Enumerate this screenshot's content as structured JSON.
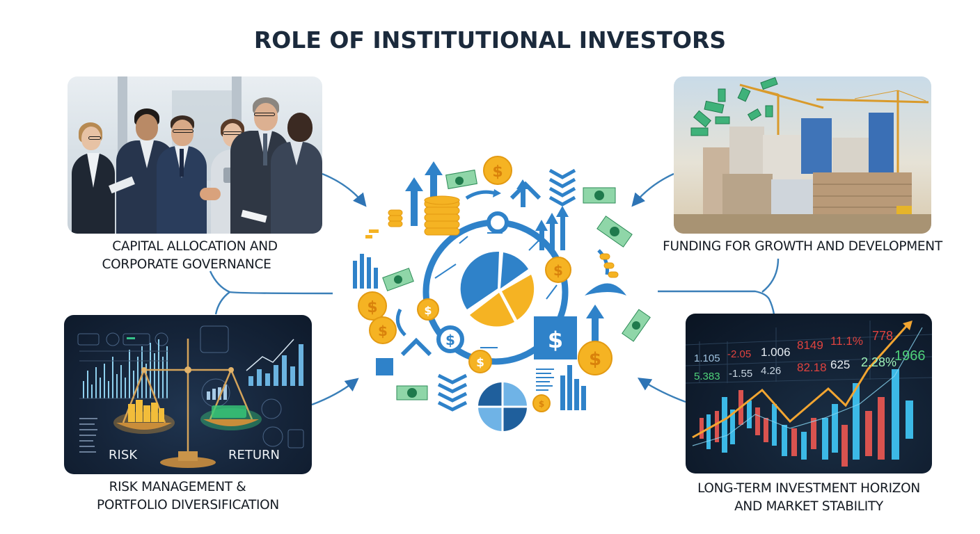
{
  "title": "ROLE OF INSTITUTIONAL INVESTORS",
  "colors": {
    "title": "#1b2a3c",
    "connector": "#2e74b5",
    "hub_blue": "#2f82c9",
    "coin_gold": "#f5b323",
    "cash_green": "#3aa36a",
    "risk_gold": "#e2a52a",
    "return_green": "#3bd37a",
    "ticker_red": "#e0433f",
    "ticker_green": "#4fd27a",
    "candle_cyan": "#3cb9e6",
    "candle_red": "#d9534f",
    "trend_orange": "#f2a531"
  },
  "panels": [
    {
      "id": "capital-allocation",
      "caption_lines": [
        "CAPITAL ALLOCATION AND",
        "CORPORATE GOVERNANCE"
      ],
      "image": "business-handshake-meeting"
    },
    {
      "id": "funding-growth",
      "caption_lines": [
        "FUNDING FOR GROWTH AND DEVELOPMENT"
      ],
      "image": "construction-cranes-with-cash"
    },
    {
      "id": "risk-management",
      "caption_lines": [
        "RISK MANAGEMENT &",
        "PORTFOLIO DIVERSIFICATION"
      ],
      "image": "balance-scale-dashboard",
      "labels": {
        "left": "RISK",
        "right": "RETURN"
      }
    },
    {
      "id": "long-term-horizon",
      "caption_lines": [
        "LONG-TERM INVESTMENT HORIZON",
        "AND MARKET STABILITY"
      ],
      "image": "stock-market-candlestick-chart",
      "ticker": {
        "row1": [
          {
            "text": "1.105",
            "color": "#9fc3e0"
          },
          {
            "text": "-2.05",
            "color": "#e0433f"
          },
          {
            "text": "1.006",
            "color": "#e8eef4"
          },
          {
            "text": "8149",
            "color": "#e0433f"
          },
          {
            "text": "11.1%",
            "color": "#e0433f"
          },
          {
            "text": "778",
            "color": "#e0433f"
          }
        ],
        "row2": [
          {
            "text": "5.383",
            "color": "#4fd27a"
          },
          {
            "text": "-1.55",
            "color": "#c9d6e2"
          },
          {
            "text": "4.26",
            "color": "#c9d6e2"
          },
          {
            "text": "82.18",
            "color": "#e0433f"
          },
          {
            "text": "625",
            "color": "#e8eef4"
          },
          {
            "text": "2.28%",
            "color": "#9ef0b6"
          },
          {
            "text": "1966",
            "color": "#4fd27a"
          }
        ]
      }
    }
  ],
  "hub": {
    "description": "central financial icon cluster",
    "icons": [
      "pie-chart",
      "dollar-coin",
      "dollar-bill",
      "up-arrow",
      "bar-chart",
      "coin-stack",
      "dollar-box",
      "wave-stack",
      "quadrant-pie"
    ]
  }
}
